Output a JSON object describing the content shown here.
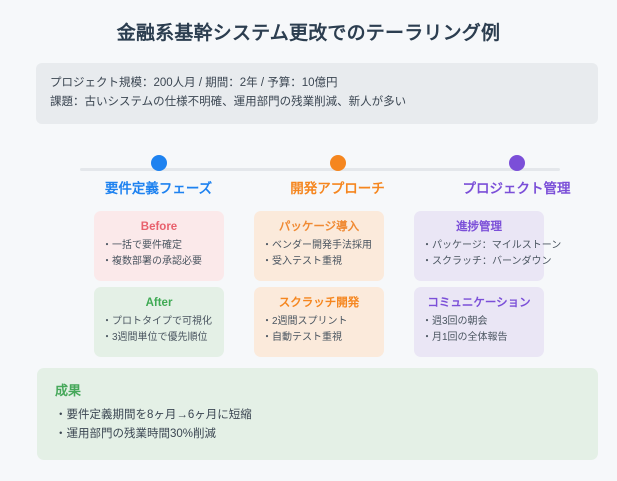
{
  "page": {
    "background_color": "#f6f8fa",
    "title": "金融系基幹システム更改でのテーラリング例"
  },
  "overview": {
    "background_color": "#e8ebee",
    "lines": [
      "プロジェクト規模：200人月 / 期間：2年 / 予算：10億円",
      "課題：古いシステムの仕様不明確、運用部門の残業削減、新人が多い"
    ]
  },
  "timeline": {
    "line_color": "#e4e7eb",
    "phases": [
      {
        "label": "要件定義フェーズ",
        "dot_color": "#1e82f0",
        "label_color": "#1e82f0"
      },
      {
        "label": "開発アプローチ",
        "dot_color": "#f5861f",
        "label_color": "#f5861f"
      },
      {
        "label": "プロジェクト管理",
        "dot_color": "#7b4fd8",
        "label_color": "#7b4fd8"
      }
    ]
  },
  "columns": [
    {
      "phase": "要件定義フェーズ",
      "cards": [
        {
          "title": "Before",
          "title_color": "#e8616d",
          "background_color": "#fbe9ea",
          "items": [
            "・一括で要件確定",
            "・複数部署の承認必要"
          ]
        },
        {
          "title": "After",
          "title_color": "#3faa54",
          "background_color": "#e4f0e6",
          "items": [
            "・プロトタイプで可視化",
            "・3週間単位で優先順位"
          ]
        }
      ]
    },
    {
      "phase": "開発アプローチ",
      "cards": [
        {
          "title": "パッケージ導入",
          "title_color": "#f08a33",
          "background_color": "#fbeadb",
          "items": [
            "・ベンダー開発手法採用",
            "・受入テスト重視"
          ]
        },
        {
          "title": "スクラッチ開発",
          "title_color": "#f5861f",
          "background_color": "#fbeadb",
          "items": [
            "・2週間スプリント",
            "・自動テスト重視"
          ]
        }
      ]
    },
    {
      "phase": "プロジェクト管理",
      "cards": [
        {
          "title": "進捗管理",
          "title_color": "#7b4fd8",
          "background_color": "#eae6f5",
          "items": [
            "・パッケージ：マイルストーン",
            "・スクラッチ：バーンダウン"
          ]
        },
        {
          "title": "コミュニケーション",
          "title_color": "#7b4fd8",
          "background_color": "#eae6f5",
          "items": [
            "・週3回の朝会",
            "・月1回の全体報告"
          ]
        }
      ]
    }
  ],
  "results": {
    "title": "成果",
    "title_color": "#46a85a",
    "background_color": "#e4f0e6",
    "items": [
      "・要件定義期間を8ヶ月→6ヶ月に短縮",
      "・運用部門の残業時間30%削減"
    ]
  }
}
